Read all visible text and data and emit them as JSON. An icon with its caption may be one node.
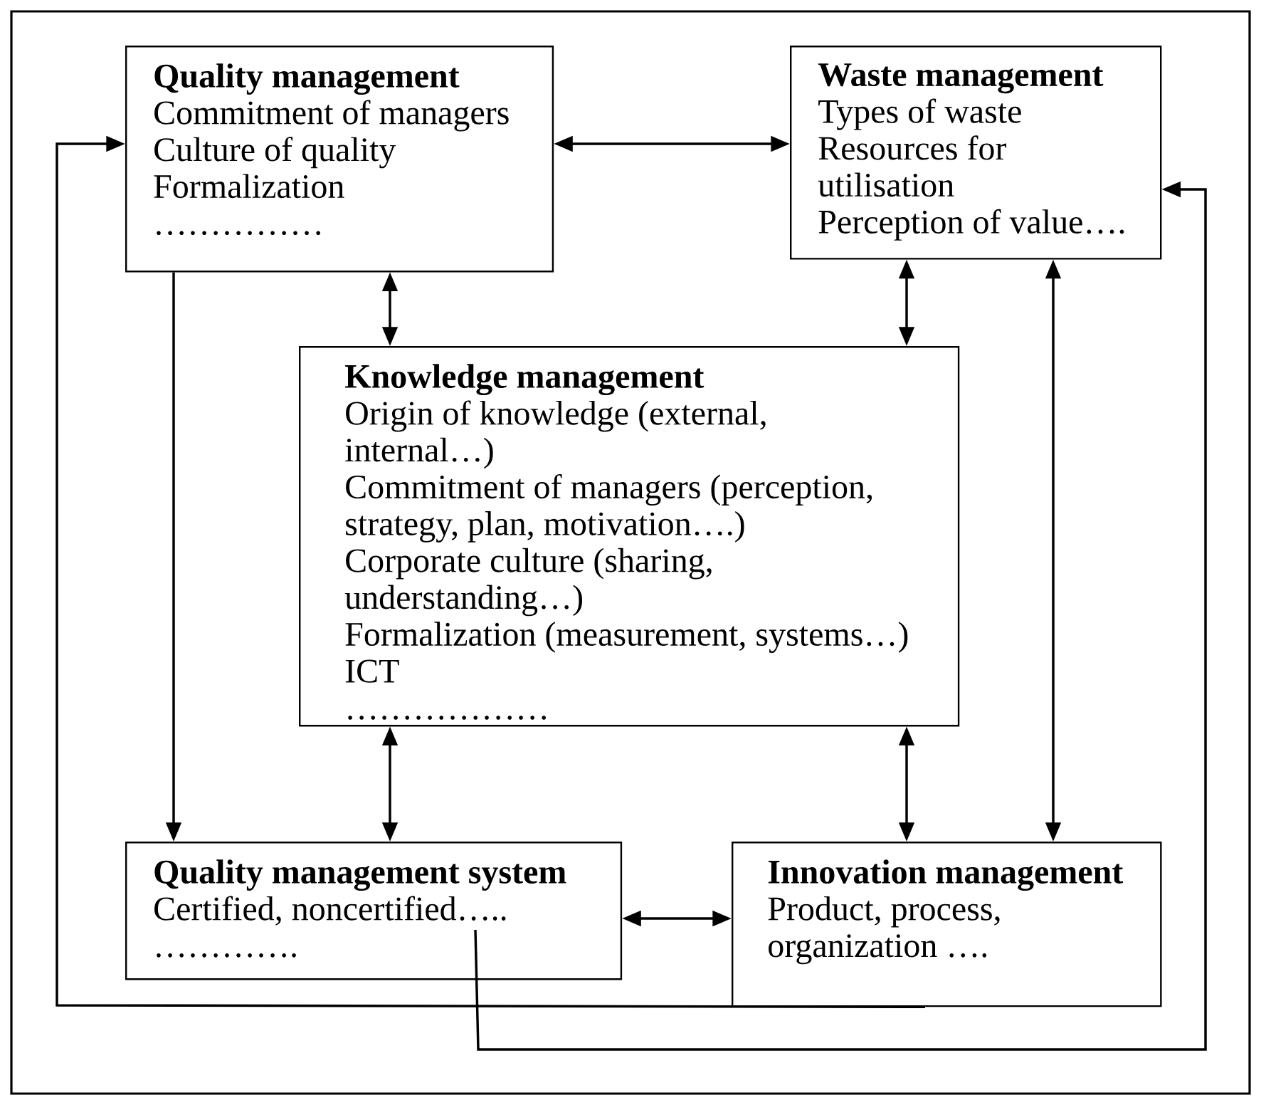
{
  "diagram": {
    "nodes": [
      {
        "text": [
          "Quality management",
          "Commitment of managers",
          "Culture of quality",
          "Formalization",
          "……………"
        ]
      },
      {
        "text": [
          "Waste management",
          "Types of waste",
          "Resources for utilisation",
          "Perception of value…."
        ]
      },
      {
        "text": [
          "Knowledge management",
          "Origin of knowledge (external, internal…)",
          "Commitment of managers (perception, strategy, plan, motivation….)",
          "Corporate culture (sharing, understanding…)",
          "Formalization (measurement, systems…)",
          "ICT",
          "………………"
        ]
      },
      {
        "text": [
          "Quality management system",
          "Certified, noncertified…..",
          "…………."
        ]
      },
      {
        "text": [
          "Innovation management",
          "Product, process, organization …."
        ]
      }
    ],
    "edges": [
      {
        "from": 0,
        "to": 1,
        "arrow": "both"
      },
      {
        "from": 0,
        "to": 2,
        "arrow": "both"
      },
      {
        "from": 1,
        "to": 2,
        "arrow": "both"
      },
      {
        "from": 0,
        "to": 3,
        "arrow": "to"
      },
      {
        "from": 2,
        "to": 3,
        "arrow": "both"
      },
      {
        "from": 2,
        "to": 4,
        "arrow": "both"
      },
      {
        "from": 1,
        "to": 4,
        "arrow": "both"
      },
      {
        "from": 3,
        "to": 4,
        "arrow": "both"
      },
      {
        "from": 4,
        "to": 0,
        "arrow": "to"
      },
      {
        "from": 3,
        "to": 1,
        "arrow": "to"
      }
    ]
  }
}
